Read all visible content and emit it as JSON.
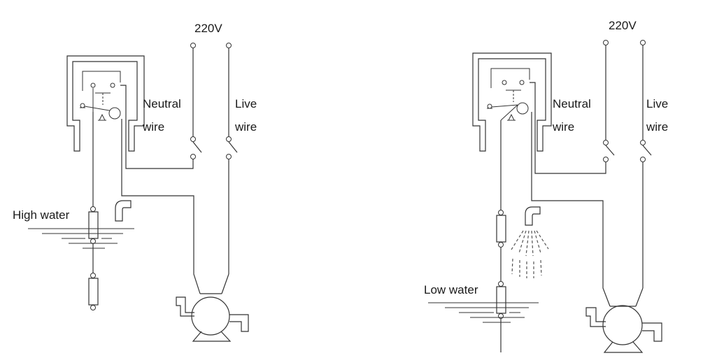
{
  "panels": [
    {
      "id": "left",
      "supply_label": "220V",
      "neutral_label_line1": "Neutral",
      "neutral_label_line2": "wire",
      "live_label_line1": "Live",
      "live_label_line2": "wire",
      "water_label": "High water",
      "spray_visible": false
    },
    {
      "id": "right",
      "supply_label": "220V",
      "neutral_label_line1": "Neutral",
      "neutral_label_line2": "wire",
      "live_label_line1": "Live",
      "live_label_line2": "wire",
      "water_label": "Low water",
      "spray_visible": true
    }
  ],
  "colors": {
    "line": "#333333",
    "text": "#1a1a1a",
    "background": "#ffffff"
  },
  "icons": [
    "switch-box",
    "float-switch",
    "pump-motor",
    "outlet-pipe",
    "water-spray"
  ]
}
